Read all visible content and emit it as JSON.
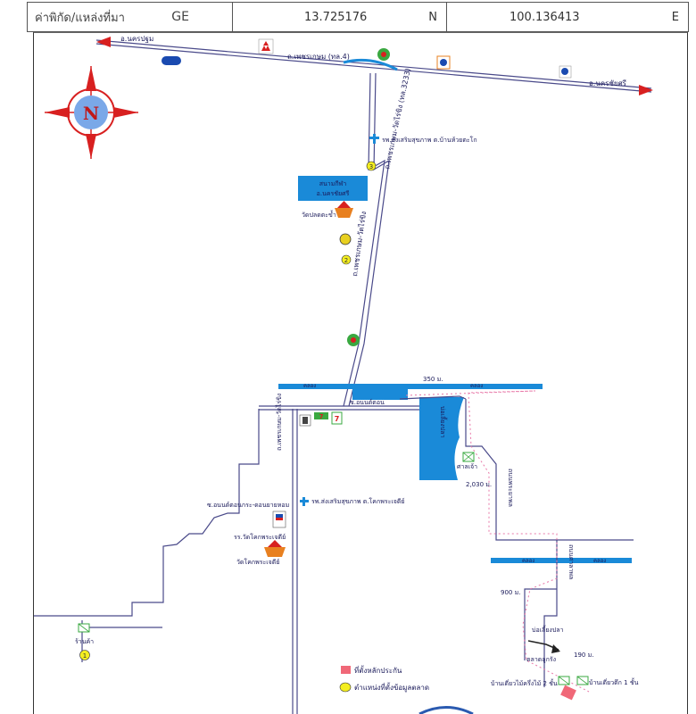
{
  "header": {
    "source_label": "ค่าพิกัด/แหล่งที่มา",
    "source_value": "GE",
    "lat_value": "13.725176",
    "lat_unit": "N",
    "lon_value": "100.136413",
    "lon_unit": "E"
  },
  "compass": {
    "letter": "N"
  },
  "roads": {
    "left_dest": "อ.นครปฐม",
    "highway": "ถ.เพชรเกษม (ทล.4)",
    "right_dest": "อ.นครชัยศรี",
    "vertical_road": "ถ.เพชรเกษม-วัดไร่ขิง (ทล.3233)",
    "vertical_road_2": "ถ.เพชรเกษม-วัดไร่ขิง",
    "road_east": "ถนนพระยาพล",
    "road_southeast": "ถนนศาลาพล",
    "junction_1": "ซ.อนนต์ตอน",
    "junction_2": "ซ.อนนต์ตอนกระ-ดอนยายหอม",
    "canal_1": "คลอง",
    "canal_2": "คลอง",
    "canal_3": "คลอง",
    "canal_4": "คลอง"
  },
  "places": {
    "hospital_1": "รพ.ส่งเสริมสุขภาพ ต.บ้านห้วยตะโก",
    "hospital_2": "รพ.ส่งเสริมสุขภาพ ต.โคกพระเจดีย์",
    "stadium": "สนามกีฬา",
    "stadium_sub": "อ.นครชัยศรี",
    "temple_1": "วัดปลดตะข้ำ",
    "school": "รร.วัดโคกพระเจดีย์",
    "temple_2": "วัดโคกพระเจดีย์",
    "pond": "บ่อเลี้ยงปลา",
    "pond_big": "บ่อเลี้ยงปลา",
    "office_1": "ศาลเจ้า",
    "office_2": "ร้านค้า",
    "market_area": "ตลาดลูกรัง",
    "house_1": "บ้านเดี่ยวไม้ครึ่งไม้ 2 ชั้น",
    "house_2": "บ้านเดี่ยวตึก 1 ชั้น"
  },
  "distances": {
    "d1": "350 ม.",
    "d2": "2,030 ม.",
    "d3": "900 ม.",
    "d4": "190 ม."
  },
  "markers": {
    "m1": "1",
    "m2": "2",
    "m3": "3"
  },
  "legend": {
    "subject": "ที่ตั้งหลักประกัน",
    "market_points": "ตำแหน่งที่ตั้งข้อมูลตลาด"
  },
  "colors": {
    "road": "#4a4a8a",
    "canal": "#1a8ad8",
    "compass_red": "#d82020",
    "compass_blue": "#7aa8e8",
    "marker_yellow": "#f4ee20",
    "subject_red": "#f06878",
    "route_pink": "#e878a8"
  }
}
